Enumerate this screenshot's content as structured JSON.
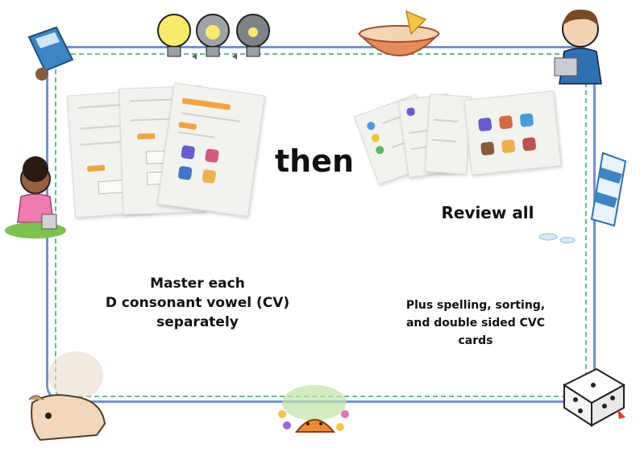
{
  "center": {
    "then_label": "then"
  },
  "left_panel": {
    "caption_lines": [
      "Master each",
      "D consonant vowel (CV)",
      "separately"
    ]
  },
  "right_panel": {
    "heading": "Review all",
    "caption_lines": [
      "Plus spelling, sorting,",
      "and double sided CVC",
      "cards"
    ]
  },
  "colors": {
    "frame_blue": "#6f93d6",
    "frame_green_dashed": "#5fbf8c",
    "worksheet_tag": "#f5a43a"
  },
  "decorations": [
    "light-bulbs",
    "water-bottle",
    "bowl-of-chips",
    "boy-with-laptop",
    "girl-with-bucket",
    "sports-bottle",
    "dog",
    "fox-in-flowers",
    "dice"
  ]
}
